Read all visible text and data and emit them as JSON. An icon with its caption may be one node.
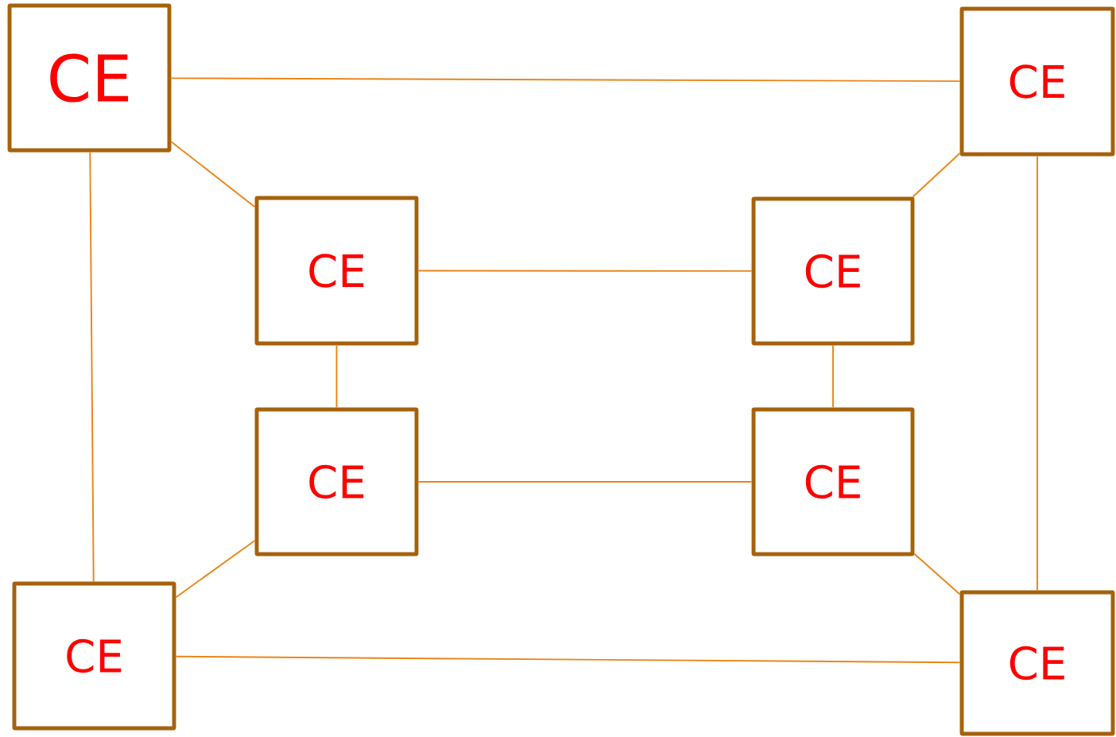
{
  "diagram": {
    "nodes": [
      {
        "text": [
          "CE"
        ]
      },
      {
        "text": [
          "CE"
        ]
      },
      {
        "text": [
          "CE"
        ]
      },
      {
        "text": [
          "CE"
        ]
      },
      {
        "text": [
          "CE"
        ]
      },
      {
        "text": [
          "CE"
        ]
      },
      {
        "text": [
          "CE"
        ]
      },
      {
        "text": [
          "CE"
        ]
      }
    ],
    "edges": [
      {
        "from": 0,
        "to": 1,
        "arrow": "none"
      },
      {
        "from": 0,
        "to": 2,
        "arrow": "none"
      },
      {
        "from": 0,
        "to": 6,
        "arrow": "none"
      },
      {
        "from": 1,
        "to": 3,
        "arrow": "none"
      },
      {
        "from": 1,
        "to": 7,
        "arrow": "none"
      },
      {
        "from": 2,
        "to": 3,
        "arrow": "none"
      },
      {
        "from": 2,
        "to": 4,
        "arrow": "none"
      },
      {
        "from": 3,
        "to": 5,
        "arrow": "none"
      },
      {
        "from": 4,
        "to": 5,
        "arrow": "none"
      },
      {
        "from": 4,
        "to": 6,
        "arrow": "none"
      },
      {
        "from": 5,
        "to": 7,
        "arrow": "none"
      },
      {
        "from": 6,
        "to": 7,
        "arrow": "none"
      }
    ]
  }
}
